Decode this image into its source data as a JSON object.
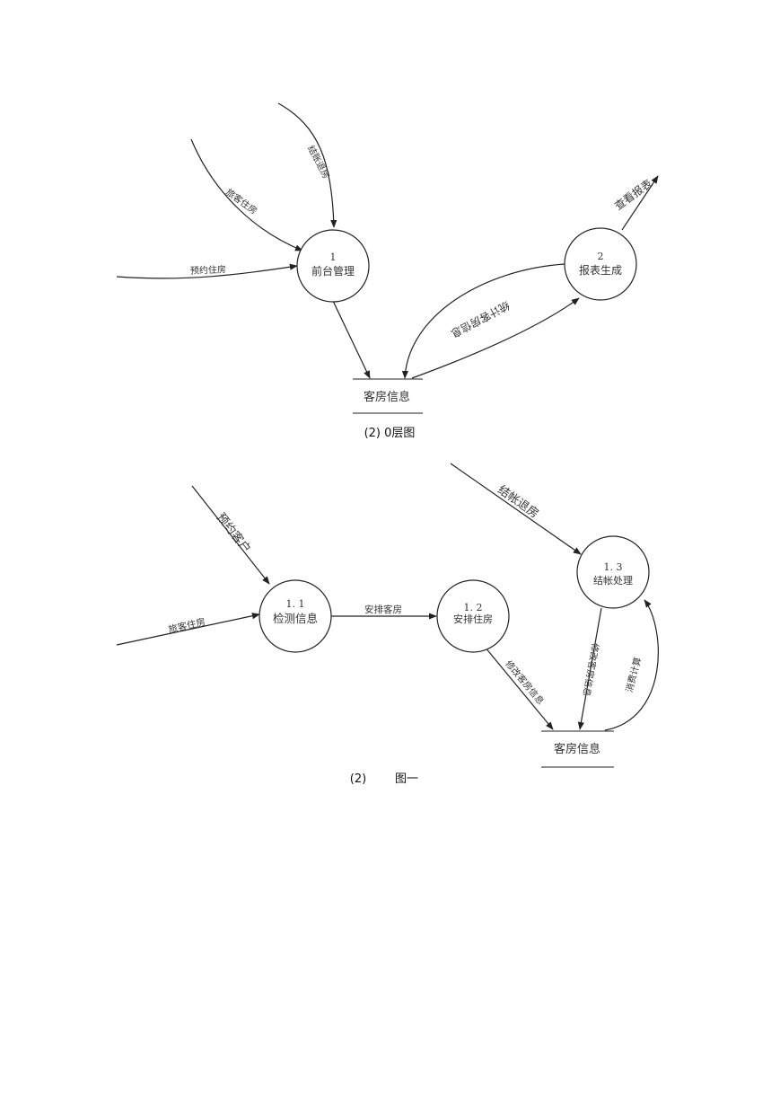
{
  "diagram_top": {
    "processes": [
      {
        "num": "1",
        "name": "前台管理"
      },
      {
        "num": "2",
        "name": "报表生成"
      }
    ],
    "flows": {
      "checkout": "结账退房",
      "guest_checkin": "旅客住房",
      "reserve": "预约住房",
      "view_report": "查看报表",
      "stats_info": "统计客房信息"
    },
    "store": "客房信息",
    "caption": "(2) 0层图"
  },
  "diagram_bottom": {
    "processes": [
      {
        "num": "1. 1",
        "name": "检测信息"
      },
      {
        "num": "1. 2",
        "name": "安排住房"
      },
      {
        "num": "1. 3",
        "name": "结帐处理"
      }
    ],
    "flows": {
      "reserve_guest": "预约客户",
      "guest_checkin": "旅客住房",
      "assign_room": "安排客房",
      "checkout": "结帐退房",
      "modify_room_info_a": "修改客房信息",
      "modify_room_info_b": "修改客房信息",
      "fee_calc": "消费计算"
    },
    "store": "客房信息",
    "caption_num": "(2)",
    "caption_title": "图一"
  }
}
